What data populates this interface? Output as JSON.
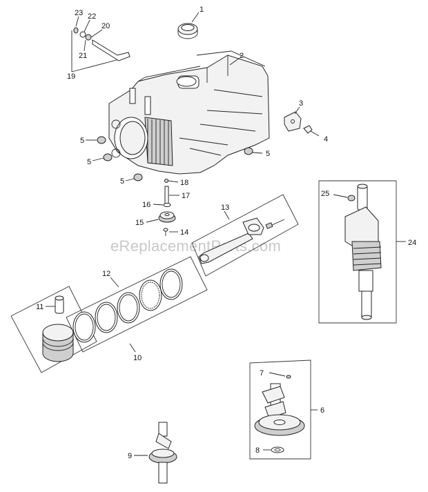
{
  "labels": {
    "p1": "1",
    "p2": "2",
    "p3": "3",
    "p4": "4",
    "p5a": "5",
    "p5b": "5",
    "p5c": "5",
    "p5d": "5",
    "p6": "6",
    "p7": "7",
    "p8": "8",
    "p9": "9",
    "p10": "10",
    "p11": "11",
    "p12": "12",
    "p13": "13",
    "p14": "14",
    "p15": "15",
    "p16": "16",
    "p17": "17",
    "p18": "18",
    "p19": "19",
    "p20": "20",
    "p21": "21",
    "p22": "22",
    "p23": "23",
    "p24": "24",
    "p25": "25"
  },
  "watermark": "eReplacementParts.com"
}
